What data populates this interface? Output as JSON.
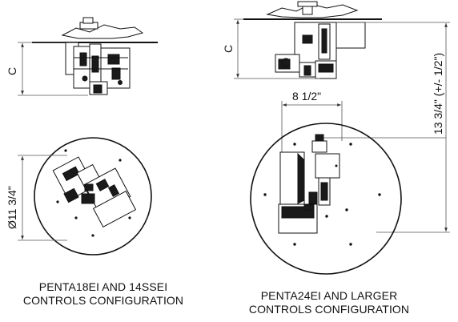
{
  "left_view": {
    "dim_height": "C",
    "dim_diameter": "Ø11 3/4\"",
    "caption_line1": "PENTA18EI AND 14SSEI",
    "caption_line2": "CONTROLS CONFIGURATION"
  },
  "right_view": {
    "dim_height": "C",
    "dim_offset": "8 1/2\"",
    "dim_vertical": "13 3/4\" (+/- 1/2\")",
    "caption_line1": "PENTA24EI AND LARGER",
    "caption_line2": "CONTROLS CONFIGURATION"
  },
  "colors": {
    "line": "#111111",
    "dim_line": "#555555",
    "fill": "#ffffff",
    "dark": "#1a1a1a"
  }
}
